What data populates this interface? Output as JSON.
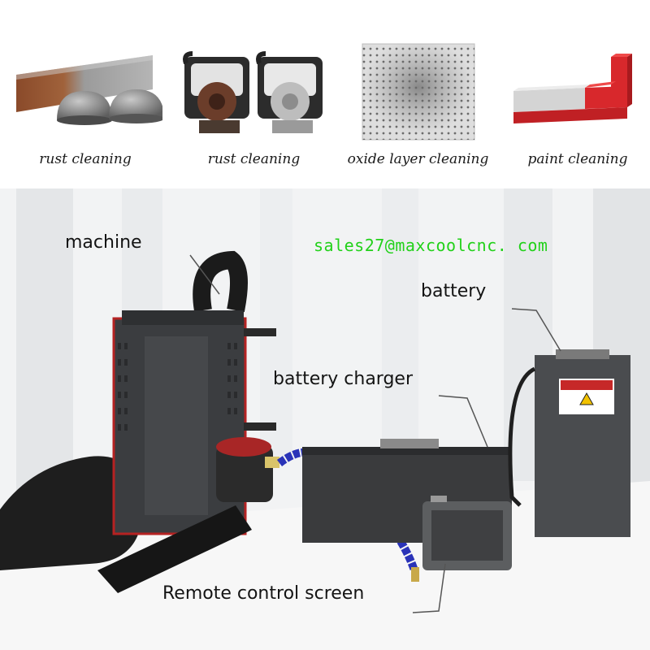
{
  "samples": [
    {
      "caption": "rust cleaning",
      "image": "rusted-steel-bar-and-domes"
    },
    {
      "caption": "rust cleaning",
      "image": "rusted-pump-motors"
    },
    {
      "caption": "oxide layer cleaning",
      "image": "perforated-oxidized-plate"
    },
    {
      "caption": "paint cleaning",
      "image": "red-painted-steel-block"
    }
  ],
  "callouts": {
    "machine": "machine",
    "battery": "battery",
    "battery_charger": "battery charger",
    "remote_control_screen": "Remote control screen"
  },
  "watermark_email": "sales27@maxcoolcnc. com",
  "colors": {
    "email_green": "#22d11a",
    "paint_red": "#d8282c",
    "device_dark": "#3b3d40",
    "hose_black": "#1c1c1c",
    "coolant_hose_blue": "#2a33b8"
  }
}
